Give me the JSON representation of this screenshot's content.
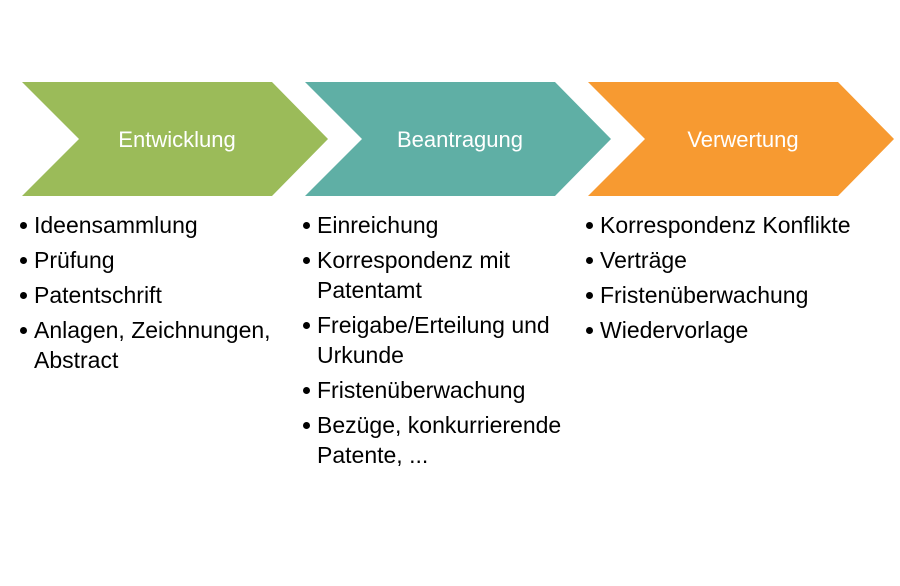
{
  "colors": {
    "development": "#9bbb59",
    "application": "#5fafa5",
    "exploitation": "#f79a31",
    "text": "#000000",
    "header_text": "#ffffff"
  },
  "stages": [
    {
      "title": "Entwicklung",
      "items": [
        "Ideensammlung",
        "Prüfung",
        "Patentschrift",
        "Anlagen, Zeichnungen, Abstract"
      ]
    },
    {
      "title": "Beantragung",
      "items": [
        "Einreichung",
        "Korrespondenz mit Patentamt",
        "Freigabe/Erteilung und Urkunde",
        "Fristenüberwachung",
        "Bezüge, konkurrierende Patente, ..."
      ]
    },
    {
      "title": "Verwertung",
      "items": [
        "Korrespondenz Konflikte",
        "Verträge",
        "Fristenüberwachung",
        "Wiedervorlage"
      ]
    }
  ]
}
